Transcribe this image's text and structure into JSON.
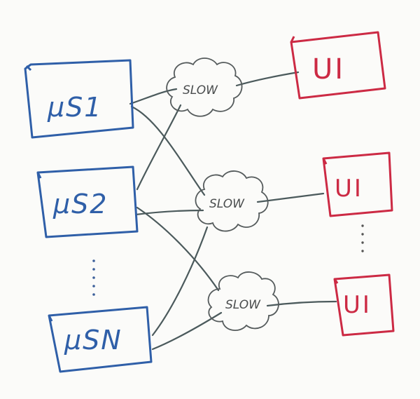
{
  "services": [
    {
      "label": "μS1"
    },
    {
      "label": "μS2"
    },
    {
      "label": "μSN"
    }
  ],
  "clouds": [
    {
      "label": "SLOW"
    },
    {
      "label": "SLOW"
    },
    {
      "label": "SLOW"
    }
  ],
  "uis": [
    {
      "label": "UI"
    },
    {
      "label": "UI"
    },
    {
      "label": "UI"
    }
  ],
  "colors": {
    "service": "#2f5fa8",
    "ui": "#cc2a44",
    "wire": "#4b5a5c"
  }
}
